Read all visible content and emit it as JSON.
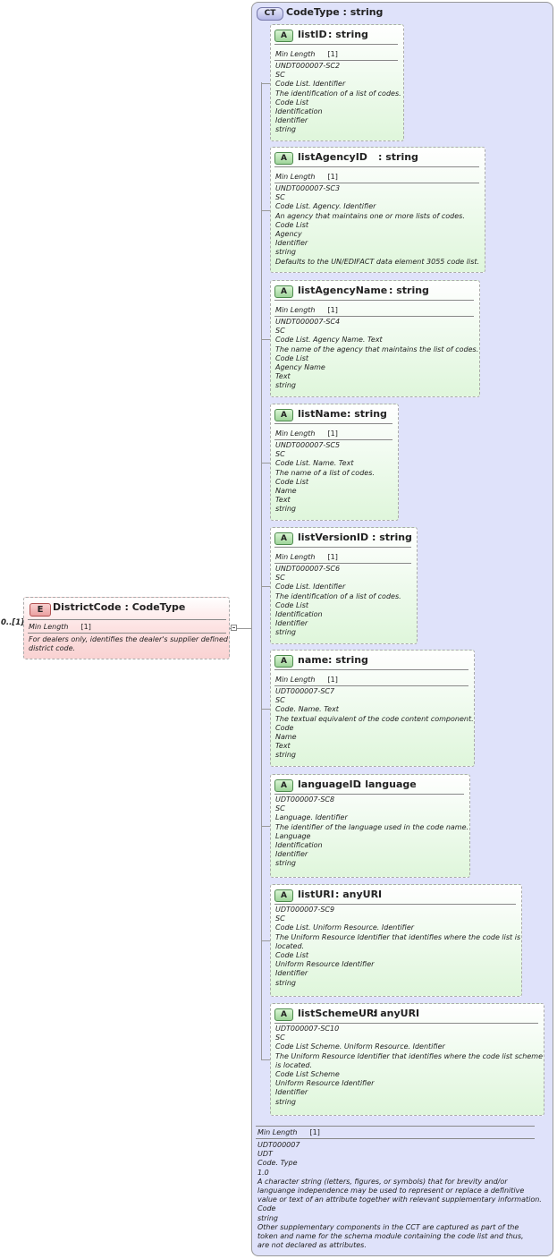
{
  "element": {
    "badge": "E",
    "title": "DistrictCode : CodeType",
    "facet_label": "Min Length",
    "facet_value": "[1]",
    "doc": "For dealers only, identifies the dealer's supplier defined district code.",
    "occurrence": "0..[1]"
  },
  "complex_type": {
    "badge": "CT",
    "title": "CodeType : string",
    "facet_label": "Min Length",
    "facet_value": "[1]",
    "doc_lines": [
      "UDT000007",
      "UDT",
      "Code. Type",
      "1.0",
      "A character string (letters, figures, or symbols) that for brevity and/or",
      "languange independence may be used to represent or replace a definitive",
      "value or text of an attribute together with relevant supplementary information.",
      "Code",
      "string",
      "Other supplementary components in the CCT are captured as part of the",
      "token and name for the schema module containing the code list and thus,",
      "are not declared as attributes."
    ]
  },
  "attributes": [
    {
      "badge": "A",
      "name": "listID",
      "type": ": string",
      "facet_label": "Min Length",
      "facet_value": "[1]",
      "doc_lines": [
        "UNDT000007-SC2",
        "SC",
        "Code List. Identifier",
        "The identification of a list of codes.",
        "Code List",
        "Identification",
        "Identifier",
        "string"
      ]
    },
    {
      "badge": "A",
      "name": "listAgencyID",
      "type": ": string",
      "facet_label": "Min Length",
      "facet_value": "[1]",
      "doc_lines": [
        "UNDT000007-SC3",
        "SC",
        "Code List. Agency. Identifier",
        "An agency that maintains one or more lists of codes.",
        "Code List",
        "Agency",
        "Identifier",
        "string",
        "Defaults to the UN/EDIFACT data element 3055 code list."
      ]
    },
    {
      "badge": "A",
      "name": "listAgencyName",
      "type": ": string",
      "facet_label": "Min Length",
      "facet_value": "[1]",
      "doc_lines": [
        "UNDT000007-SC4",
        "SC",
        "Code List. Agency Name. Text",
        "The name of the agency that maintains the list of codes.",
        "Code List",
        "Agency Name",
        "Text",
        "string"
      ]
    },
    {
      "badge": "A",
      "name": "listName",
      "type": ": string",
      "facet_label": "Min Length",
      "facet_value": "[1]",
      "doc_lines": [
        "UNDT000007-SC5",
        "SC",
        "Code List. Name. Text",
        "The name of a list of codes.",
        "Code List",
        "Name",
        "Text",
        "string"
      ]
    },
    {
      "badge": "A",
      "name": "listVersionID",
      "type": ": string",
      "facet_label": "Min Length",
      "facet_value": "[1]",
      "doc_lines": [
        "UNDT000007-SC6",
        "SC",
        "Code List. Identifier",
        "The identification of a list of codes.",
        "Code List",
        "Identification",
        "Identifier",
        "string"
      ]
    },
    {
      "badge": "A",
      "name": "name",
      "type": ": string",
      "facet_label": "Min Length",
      "facet_value": "[1]",
      "doc_lines": [
        "UDT000007-SC7",
        "SC",
        "Code. Name. Text",
        "The textual equivalent of the code content component.",
        "Code",
        "Name",
        "Text",
        "string"
      ]
    },
    {
      "badge": "A",
      "name": "languageID",
      "type": ": language",
      "facet_label": "",
      "facet_value": "",
      "doc_lines": [
        "UDT000007-SC8",
        "SC",
        "Language. Identifier",
        "The identifier of the language used in the code name.",
        "Language",
        "Identification",
        "Identifier",
        "string"
      ]
    },
    {
      "badge": "A",
      "name": "listURI",
      "type": ": anyURI",
      "facet_label": "",
      "facet_value": "",
      "doc_lines": [
        "UDT000007-SC9",
        "SC",
        "Code List. Uniform Resource. Identifier",
        "The Uniform Resource Identifier that identifies where the code list is",
        "located.",
        "Code List",
        "Uniform Resource Identifier",
        "Identifier",
        "string"
      ]
    },
    {
      "badge": "A",
      "name": "listSchemeURI",
      "type": ": anyURI",
      "facet_label": "",
      "facet_value": "",
      "doc_lines": [
        "UDT000007-SC10",
        "SC",
        "Code List Scheme. Uniform Resource. Identifier",
        "The Uniform Resource Identifier that identifies where the code list scheme",
        "is located.",
        "Code List Scheme",
        "Uniform Resource Identifier",
        "Identifier",
        "string"
      ]
    }
  ]
}
